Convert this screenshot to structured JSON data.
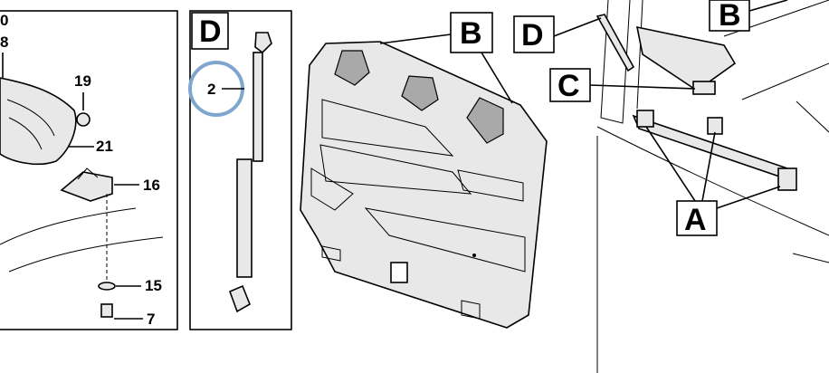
{
  "left_panel": {
    "labels": [
      "0",
      "8",
      "19",
      "21",
      "16",
      "15",
      "7"
    ]
  },
  "mid_panel": {
    "letter": "D",
    "callout": "2",
    "callout_color": "#7ea6cf"
  },
  "center": {
    "letter": "B"
  },
  "right": {
    "letters": [
      "B",
      "D",
      "C",
      "A"
    ]
  }
}
